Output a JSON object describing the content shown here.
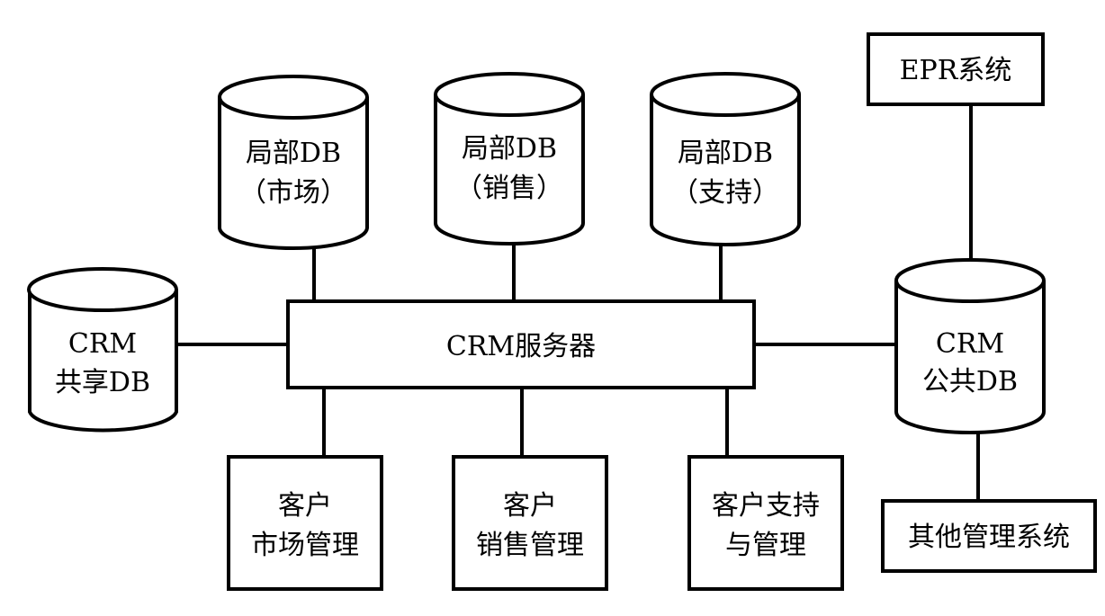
{
  "diagram": {
    "colors": {
      "stroke": "#000000",
      "fill": "#ffffff"
    },
    "nodes": {
      "db_market": {
        "type": "database",
        "lines": [
          "局部DB",
          "（市场）"
        ]
      },
      "db_sales": {
        "type": "database",
        "lines": [
          "局部DB",
          "（销售）"
        ]
      },
      "db_support": {
        "type": "database",
        "lines": [
          "局部DB",
          "（支持）"
        ]
      },
      "db_shared": {
        "type": "database",
        "lines": [
          "CRM",
          "共享DB"
        ]
      },
      "db_public": {
        "type": "database",
        "lines": [
          "CRM",
          "公共DB"
        ]
      },
      "server": {
        "type": "box",
        "lines": [
          "CRM服务器"
        ]
      },
      "epr": {
        "type": "box",
        "lines": [
          "EPR系统"
        ]
      },
      "other": {
        "type": "box",
        "lines": [
          "其他管理系统"
        ]
      },
      "mgmt_market": {
        "type": "box",
        "lines": [
          "客户",
          "市场管理"
        ]
      },
      "mgmt_sales": {
        "type": "box",
        "lines": [
          "客户",
          "销售管理"
        ]
      },
      "mgmt_support": {
        "type": "box",
        "lines": [
          "客户支持",
          "与管理"
        ]
      }
    },
    "edges": [
      [
        "db_market",
        "server"
      ],
      [
        "db_sales",
        "server"
      ],
      [
        "db_support",
        "server"
      ],
      [
        "db_shared",
        "server"
      ],
      [
        "server",
        "db_public"
      ],
      [
        "epr",
        "db_public"
      ],
      [
        "db_public",
        "other"
      ],
      [
        "server",
        "mgmt_market"
      ],
      [
        "server",
        "mgmt_sales"
      ],
      [
        "server",
        "mgmt_support"
      ]
    ]
  }
}
